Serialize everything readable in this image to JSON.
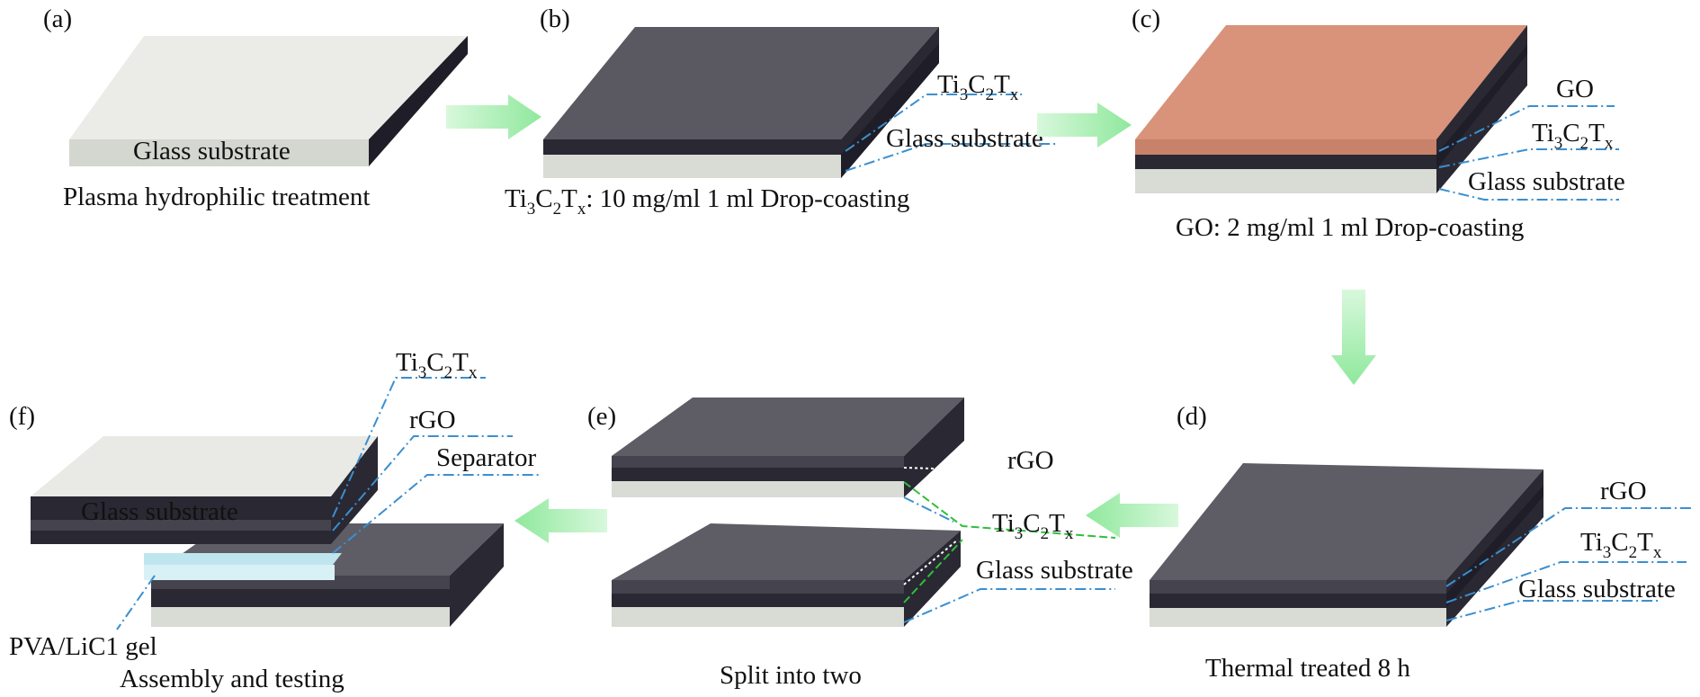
{
  "panels": {
    "a": {
      "letter": "(a)",
      "layer_label": "Glass substrate",
      "caption": "Plasma hydrophilic treatment"
    },
    "b": {
      "letter": "(b)",
      "layers": [
        {
          "main": "Ti",
          "s1": "3",
          "m2": "C",
          "s2": "2",
          "m3": "T",
          "s3": "x"
        },
        "Glass substrate"
      ],
      "caption": {
        "main": "Ti",
        "s1": "3",
        "m2": "C",
        "s2": "2",
        "m3": "T",
        "s3": "x",
        "rest": ": 10 mg/ml 1 ml Drop-coasting"
      }
    },
    "c": {
      "letter": "(c)",
      "layers": [
        "GO",
        {
          "main": "Ti",
          "s1": "3",
          "m2": "C",
          "s2": "2",
          "m3": "T",
          "s3": "x"
        },
        "Glass substrate"
      ],
      "caption": "GO: 2 mg/ml 1 ml Drop-coasting"
    },
    "d": {
      "letter": "(d)",
      "layers": [
        "rGO",
        {
          "main": "Ti",
          "s1": "3",
          "m2": "C",
          "s2": "2",
          "m3": "T",
          "s3": "x"
        },
        "Glass substrate"
      ],
      "caption": "Thermal treated 8 h"
    },
    "e": {
      "letter": "(e)",
      "layers": [
        "rGO",
        {
          "main": "Ti",
          "s1": "3",
          "m2": "C",
          "s2": "2",
          "m3": "T",
          "s3": "x"
        },
        "Glass substrate"
      ],
      "caption": "Split into two"
    },
    "f": {
      "letter": "(f)",
      "layers": [
        {
          "main": "Ti",
          "s1": "3",
          "m2": "C",
          "s2": "2",
          "m3": "T",
          "s3": "x"
        },
        "rGO",
        "Separator"
      ],
      "top_label": "Glass substrate",
      "gel_label": "PVA/LiC1 gel",
      "caption": "Assembly and testing"
    }
  },
  "colors": {
    "glass": "#e6e8e2",
    "glass_side": "#1f1d27",
    "mxene": "#2a2832",
    "mxene_top": "#555360",
    "go_top": "#d8937a",
    "rgo_top": "#5a5962",
    "arrow": "#a7f0b0",
    "leader_blue": "#3a8fd0",
    "leader_green": "#2fbf3a",
    "separator": "#bfe6ef"
  }
}
